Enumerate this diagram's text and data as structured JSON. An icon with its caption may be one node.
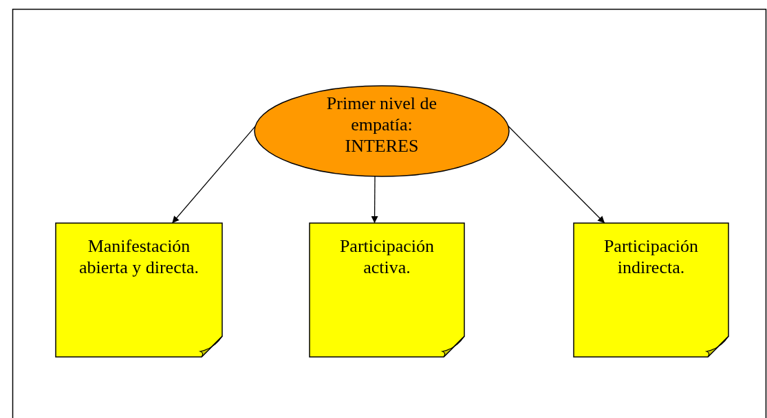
{
  "diagram": {
    "nodes": [
      {
        "text": [
          "Primer nivel de empatía: INTERES"
        ]
      },
      {
        "text": [
          "Manifestación abierta y directa."
        ]
      },
      {
        "text": [
          "Participación activa."
        ]
      },
      {
        "text": [
          "Participación indirecta."
        ]
      }
    ],
    "edges": [
      {
        "from": 0,
        "to": 1,
        "arrow": "to"
      },
      {
        "from": 0,
        "to": 2,
        "arrow": "to"
      },
      {
        "from": 0,
        "to": 3,
        "arrow": "to"
      }
    ]
  }
}
